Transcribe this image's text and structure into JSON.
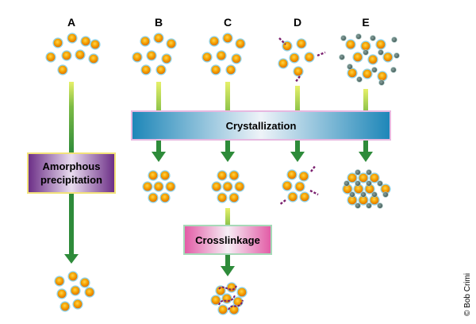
{
  "columns": [
    {
      "id": "A",
      "label": "A"
    },
    {
      "id": "B",
      "label": "B"
    },
    {
      "id": "C",
      "label": "C"
    },
    {
      "id": "D",
      "label": "D"
    },
    {
      "id": "E",
      "label": "E"
    }
  ],
  "boxes": {
    "crystallization": "Crystallization",
    "amorphous_line1": "Amorphous",
    "amorphous_line2": "precipitation",
    "crosslinkage": "Crosslinkage"
  },
  "credit": "© Bob Crimi",
  "colors": {
    "particle_fill": "#f5a800",
    "particle_core": "#e06a00",
    "particle_ring": "#8fd3e8",
    "small_molecule": "#55706d",
    "crosslinker": "#7a1f6e",
    "arrow_green": "#2e8b3a",
    "arrow_lime": "#c8e04a"
  }
}
